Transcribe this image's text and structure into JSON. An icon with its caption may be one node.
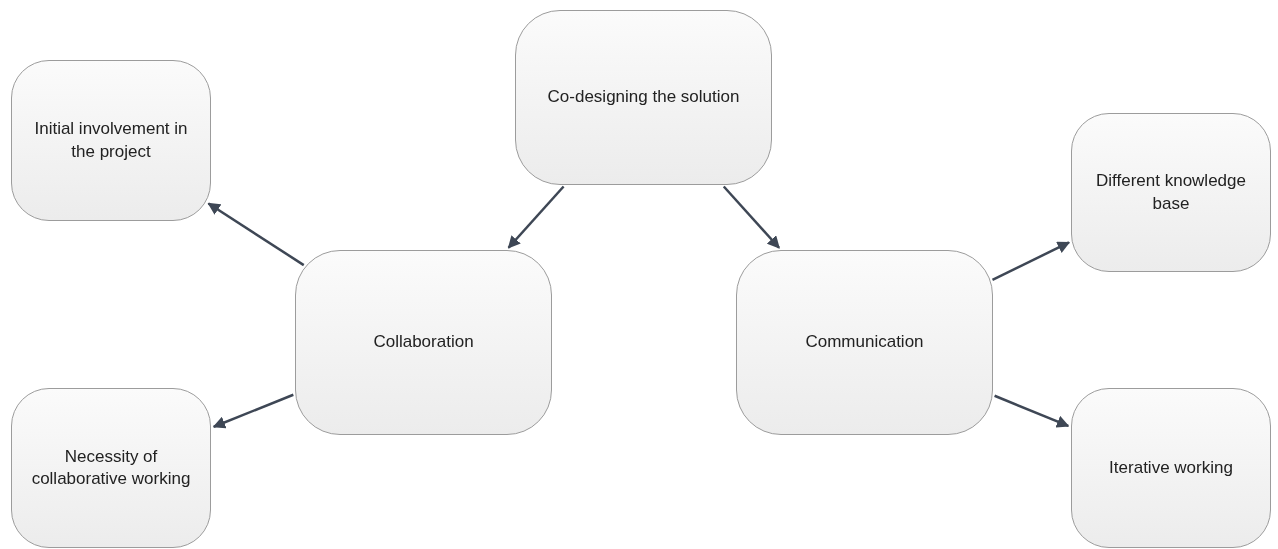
{
  "diagram": {
    "nodes": [
      {
        "text": [
          "Co-designing the solution"
        ]
      },
      {
        "text": [
          "Collaboration"
        ]
      },
      {
        "text": [
          "Communication"
        ]
      },
      {
        "text": [
          "Initial involvement in the project"
        ]
      },
      {
        "text": [
          "Necessity of collaborative working"
        ]
      },
      {
        "text": [
          "Different knowledge base"
        ]
      },
      {
        "text": [
          "Iterative working"
        ]
      }
    ],
    "edges": [
      {
        "from": 0,
        "to": 1,
        "arrow": "to"
      },
      {
        "from": 0,
        "to": 2,
        "arrow": "to"
      },
      {
        "from": 1,
        "to": 3,
        "arrow": "to"
      },
      {
        "from": 1,
        "to": 4,
        "arrow": "to"
      },
      {
        "from": 2,
        "to": 5,
        "arrow": "to"
      },
      {
        "from": 2,
        "to": 6,
        "arrow": "to"
      }
    ]
  }
}
